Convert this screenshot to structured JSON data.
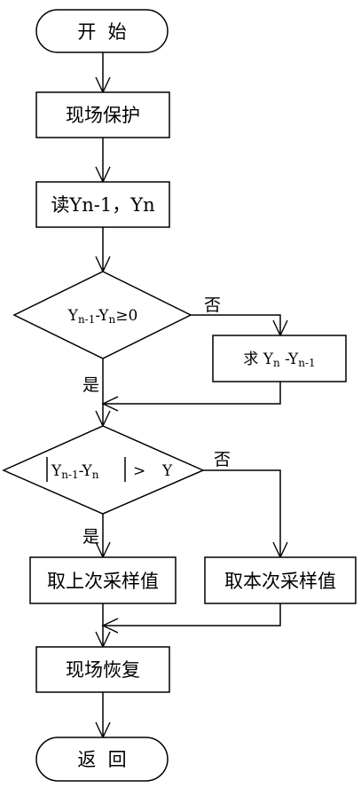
{
  "nodes": {
    "start": "开  始",
    "save_context": "现场保护",
    "read": "读Yn-1，Yn",
    "decision1": {
      "a": "Y",
      "a_sub": "n-1",
      "b": "-Y",
      "b_sub": "n",
      "c": "≥0"
    },
    "compute": {
      "prefix": "求 Y",
      "a_sub": "n",
      "b": " -Y",
      "b_sub": "n-1"
    },
    "decision2": {
      "a": "Y",
      "a_sub": "n-1",
      "b": "-Y",
      "b_sub": "n",
      "c": ">",
      "d": "Y"
    },
    "take_last": "取上次采样值",
    "take_current": "取本次采样值",
    "restore_context": "现场恢复",
    "return": "返  回"
  },
  "labels": {
    "no1": "否",
    "yes1": "是",
    "no2": "否",
    "yes2": "是"
  }
}
